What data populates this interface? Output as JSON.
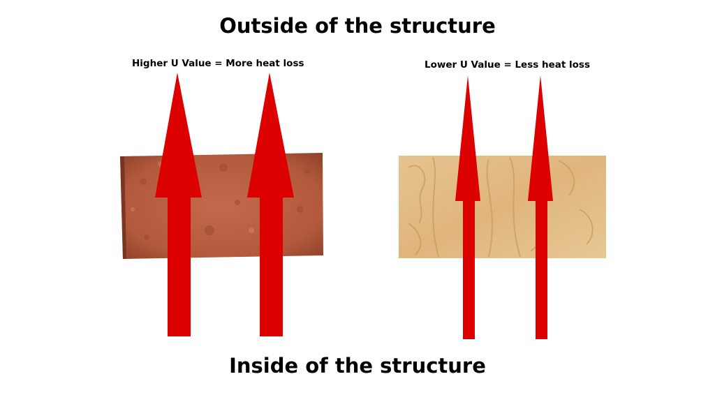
{
  "titles": {
    "outside": "Outside of the structure",
    "inside": "Inside of the structure"
  },
  "labels": {
    "higher": "Higher U Value = More heat loss",
    "lower": "Lower U Value = Less heat loss"
  },
  "colors": {
    "arrow": "#dd0000",
    "brick": "#b35a3c",
    "brick_dark": "#7a3320",
    "wood": "#e3bd86",
    "wood_grain": "#c99a5b"
  },
  "materials": {
    "left": "brick",
    "right": "wood"
  }
}
